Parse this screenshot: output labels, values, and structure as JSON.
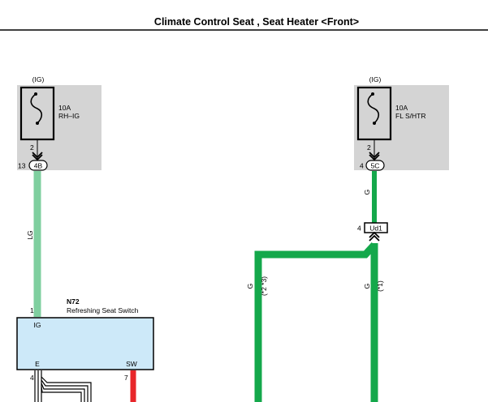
{
  "title": "Climate Control Seat , Seat Heater <Front>",
  "left_fuse": {
    "supply": "(IG)",
    "rating": "10A",
    "name": "RH–IG",
    "pin_top": "2",
    "pin_connector": "13",
    "connector": "4B"
  },
  "right_fuse": {
    "supply": "(IG)",
    "rating": "10A",
    "name": "FL S/HTR",
    "pin_top": "2",
    "pin_connector": "4",
    "connector": "5C"
  },
  "wires": {
    "left_label": "LG",
    "right_top_label": "G",
    "mid_left_label": "G",
    "mid_left_note": "(*2 *3)",
    "mid_right_label": "G",
    "mid_right_note": "(*1)"
  },
  "junction": {
    "pin": "4",
    "name": "Ud1"
  },
  "component": {
    "id": "N72",
    "name": "Refreshing Seat Switch",
    "pin_ig_number": "1",
    "pin_ig": "IG",
    "pin_e": "E",
    "pin_e_number": "4",
    "pin_sw": "SW",
    "pin_sw_number": "7"
  },
  "colors": {
    "wire_lg": "#7fcf9f",
    "wire_g": "#14a84b",
    "wire_r": "#e8262a",
    "fuse_panel": "#d4d4d4",
    "component_fill": "#cde9f9"
  }
}
